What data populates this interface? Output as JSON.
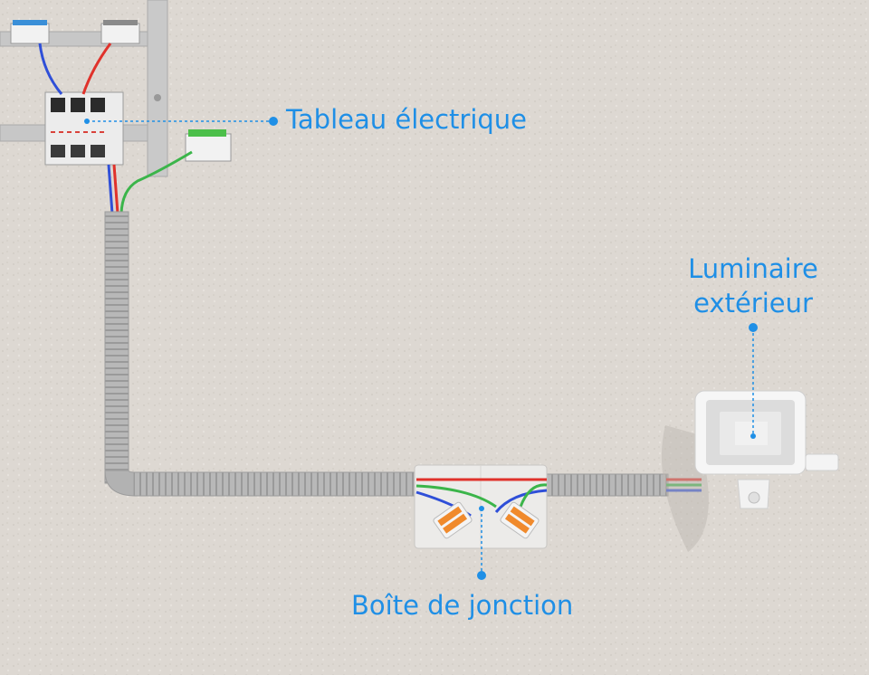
{
  "scene": {
    "wall_color": "#ddd8d2",
    "label_color": "#1f8fe6",
    "conduit_color": "#b4b4b4",
    "wire_colors": {
      "phase": "#e0322b",
      "neutral": "#2f4fd8",
      "earth": "#3bb54a"
    }
  },
  "labels": {
    "panel": "Tableau électrique",
    "fixture_line1": "Luminaire",
    "fixture_line2": "extérieur",
    "junction": "Boîte de jonction"
  },
  "icons": {
    "panel": "electrical-panel-icon",
    "fixture": "outdoor-floodlight-icon",
    "junction": "junction-box-icon"
  }
}
